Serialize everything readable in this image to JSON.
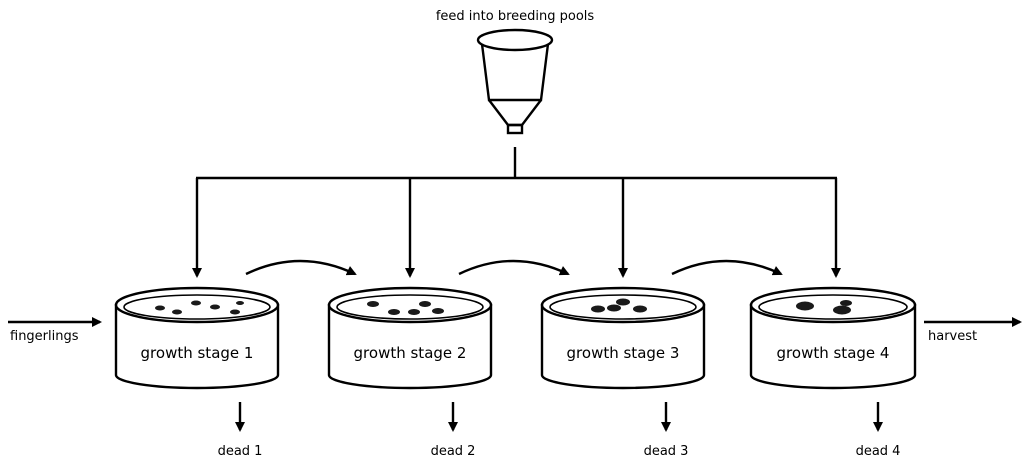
{
  "feeder": {
    "label": "feed into breeding pools"
  },
  "input": {
    "label": "fingerlings"
  },
  "output": {
    "label": "harvest"
  },
  "pools": [
    {
      "label": "growth stage 1",
      "dead_label": "dead 1"
    },
    {
      "label": "growth stage 2",
      "dead_label": "dead 2"
    },
    {
      "label": "growth stage 3",
      "dead_label": "dead 3"
    },
    {
      "label": "growth stage 4",
      "dead_label": "dead 4"
    }
  ],
  "colors": {
    "line": "#000000",
    "background": "#ffffff"
  }
}
